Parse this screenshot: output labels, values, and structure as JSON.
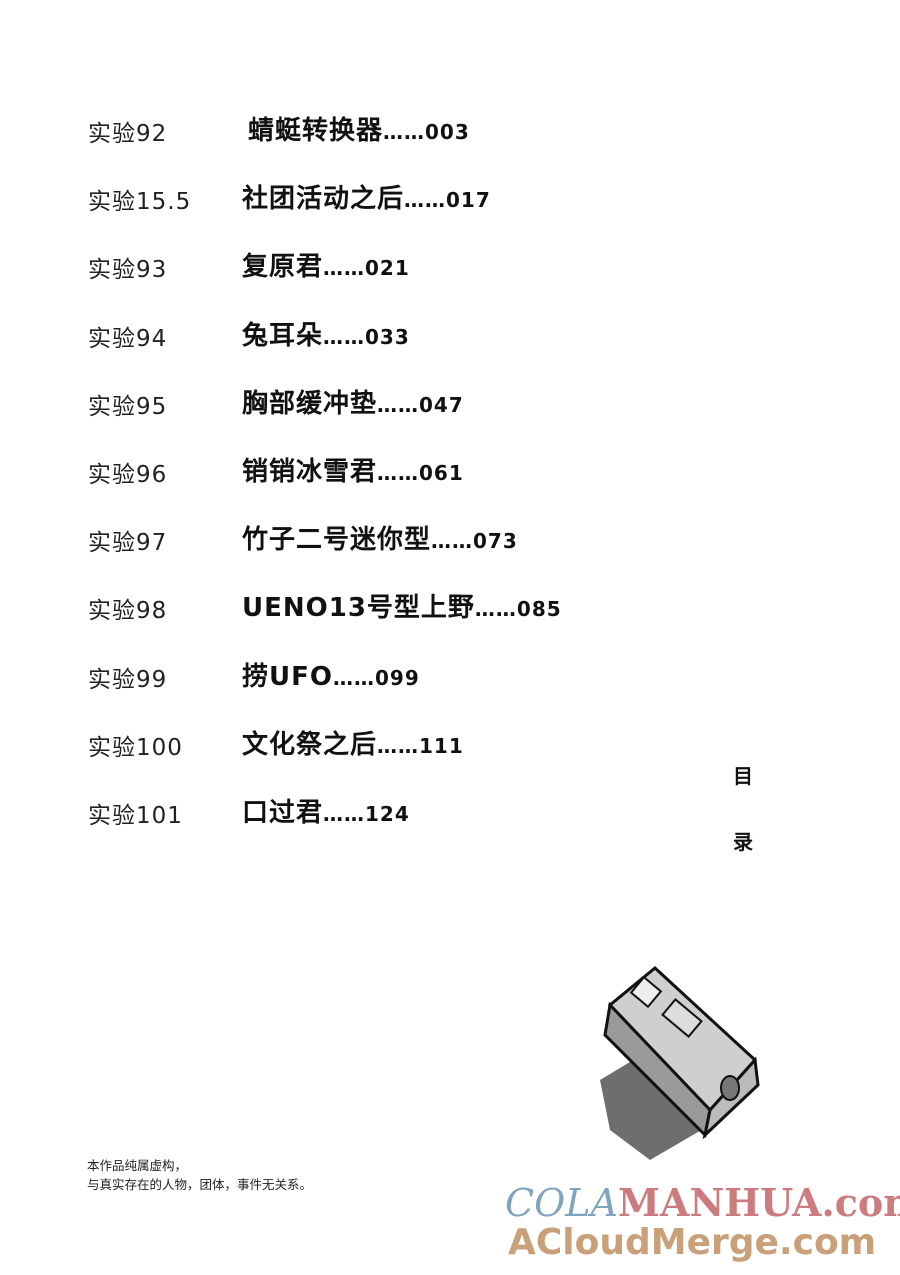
{
  "toc": [
    {
      "label": "实验92",
      "title": "蜻蜓转换器",
      "page": "003"
    },
    {
      "label": "实验15.5",
      "title": "社团活动之后",
      "page": "017"
    },
    {
      "label": "实验93",
      "title": "复原君",
      "page": "021"
    },
    {
      "label": "实验94",
      "title": "兔耳朵",
      "page": "033"
    },
    {
      "label": "实验95",
      "title": "胸部缓冲垫",
      "page": "047"
    },
    {
      "label": "实验96",
      "title": "销销冰雪君",
      "page": "061"
    },
    {
      "label": "实验97",
      "title": "竹子二号迷你型",
      "page": "073"
    },
    {
      "label": "实验98",
      "title": "UENO13号型上野",
      "page": "085"
    },
    {
      "label": "实验99",
      "title": "捞UFO",
      "page": "099"
    },
    {
      "label": "实验100",
      "title": "文化祭之后",
      "page": "111"
    },
    {
      "label": "实验101",
      "title": "口过君",
      "page": "124"
    }
  ],
  "leader": "……",
  "side_heading": {
    "char1": "目",
    "char2": "录"
  },
  "disclaimer": {
    "line1": "本作品纯属虚构，",
    "line2": "与真实存在的人物，团体，事件无关系。"
  },
  "watermark": {
    "part1": "COLA",
    "part2": "MANHUA.com",
    "line2": "ACloudMerge.com"
  },
  "colors": {
    "wm_blue": "#7fa4bd",
    "wm_red": "#cc7b7e",
    "wm_tan": "#c9a07a"
  }
}
